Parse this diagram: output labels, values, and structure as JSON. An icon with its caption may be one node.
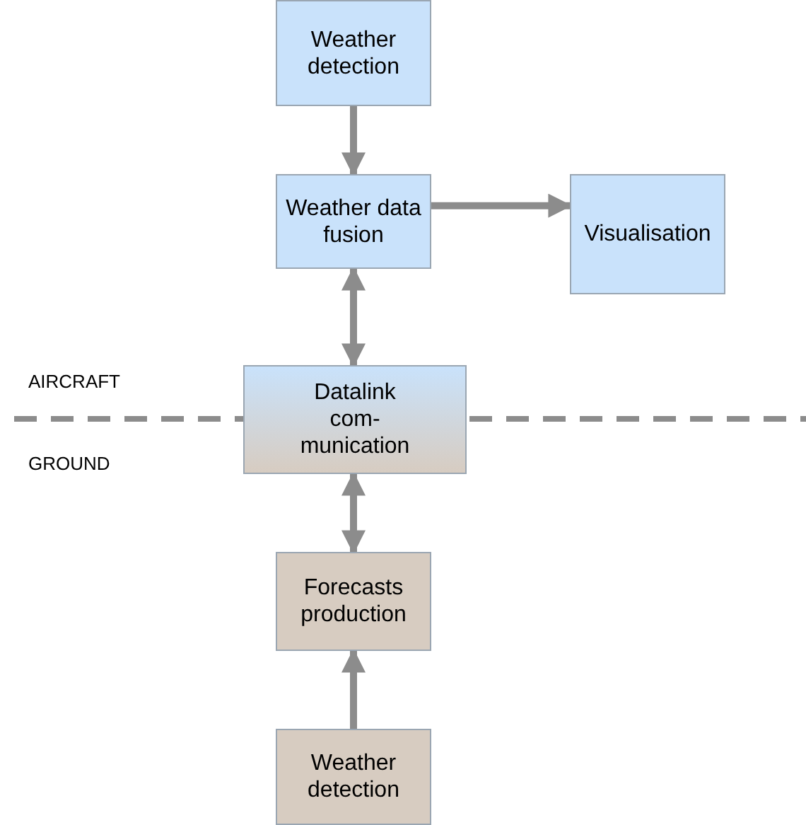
{
  "diagram": {
    "nodes": [
      {
        "text": [
          "Weather detection"
        ]
      },
      {
        "text": [
          "Weather data fusion"
        ]
      },
      {
        "text": [
          "Visualisation"
        ]
      },
      {
        "text": [
          "Datalink com- munication"
        ]
      },
      {
        "text": [
          "Forecasts production"
        ]
      },
      {
        "text": [
          "Weather detection"
        ]
      }
    ],
    "edges": [
      {
        "from": 0,
        "to": 1,
        "arrow": "to"
      },
      {
        "from": 1,
        "to": 2,
        "arrow": "to"
      },
      {
        "from": 1,
        "to": 3,
        "arrow": "both"
      },
      {
        "from": 3,
        "to": 4,
        "arrow": "both"
      },
      {
        "from": 5,
        "to": 4,
        "arrow": "to"
      }
    ],
    "labels": [
      "AIRCRAFT",
      "GROUND"
    ]
  }
}
